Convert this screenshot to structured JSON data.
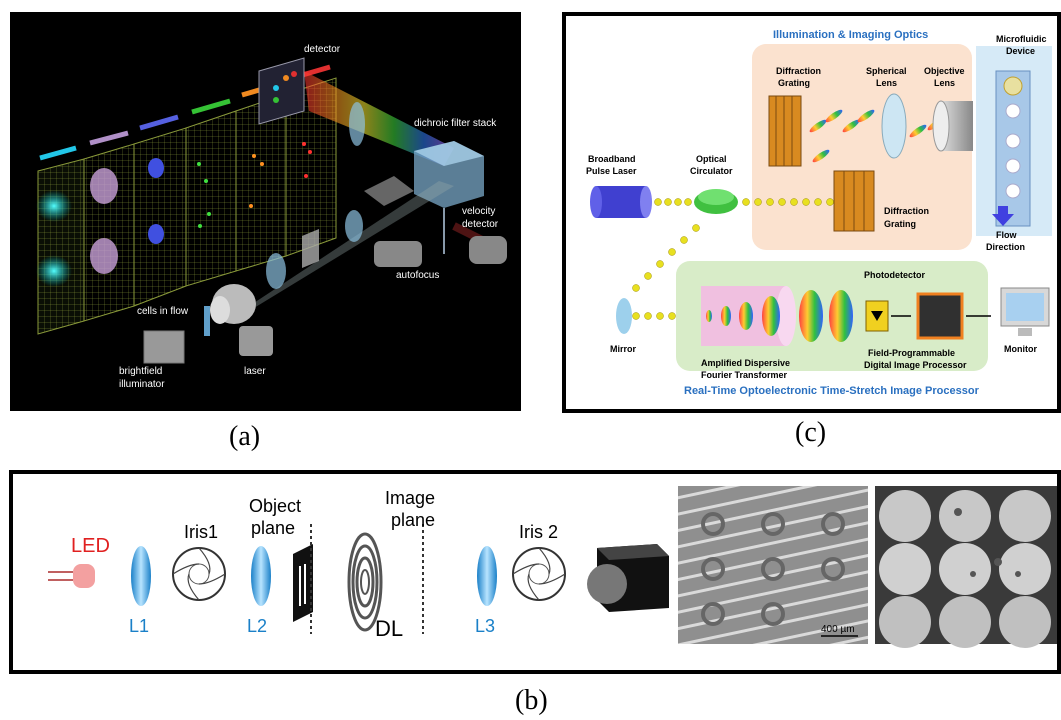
{
  "captions": {
    "a": "(a)",
    "c": "(c)",
    "b": "(b)"
  },
  "panel_a": {
    "labels": {
      "detector": "detector",
      "dichroic": "dichroic filter stack",
      "velocity1": "velocity",
      "velocity2": "detector",
      "autofocus": "autofocus",
      "cells": "cells in flow",
      "brightfield1": "brightfield",
      "brightfield2": "illuminator",
      "laser": "laser"
    },
    "channel_colors": [
      "#22c7e8",
      "#b090c8",
      "#5560e0",
      "#35c235",
      "#f08a20",
      "#e03030"
    ]
  },
  "panel_c": {
    "labels": {
      "illumination": "Illumination & Imaging Optics",
      "microfluidic1": "Microfluidic",
      "microfluidic2": "Device",
      "diffraction_top1": "Diffraction",
      "diffraction_top2": "Grating",
      "spherical1": "Spherical",
      "spherical2": "Lens",
      "objective1": "Objective",
      "objective2": "Lens",
      "broadband1": "Broadband",
      "broadband2": "Pulse Laser",
      "circulator1": "Optical",
      "circulator2": "Circulator",
      "diffraction_bottom1": "Diffraction",
      "diffraction_bottom2": "Grating",
      "flow1": "Flow",
      "flow2": "Direction",
      "photodetector": "Photodetector",
      "mirror": "Mirror",
      "transformer1": "Amplified Dispersive",
      "transformer2": "Fourier Transformer",
      "fpga1": "Field-Programmable",
      "fpga2": "Digital Image Processor",
      "monitor": "Monitor",
      "realtime": "Real-Time Optoelectronic Time-Stretch Image Processor"
    }
  },
  "panel_b": {
    "labels": {
      "led": "LED",
      "iris1": "Iris1",
      "object1": "Object",
      "object2": "plane",
      "image1": "Image",
      "image2": "plane",
      "iris2": "Iris 2",
      "l1": "L1",
      "l2": "L2",
      "dl": "DL",
      "l3": "L3",
      "scalebar": "400 µm"
    }
  }
}
